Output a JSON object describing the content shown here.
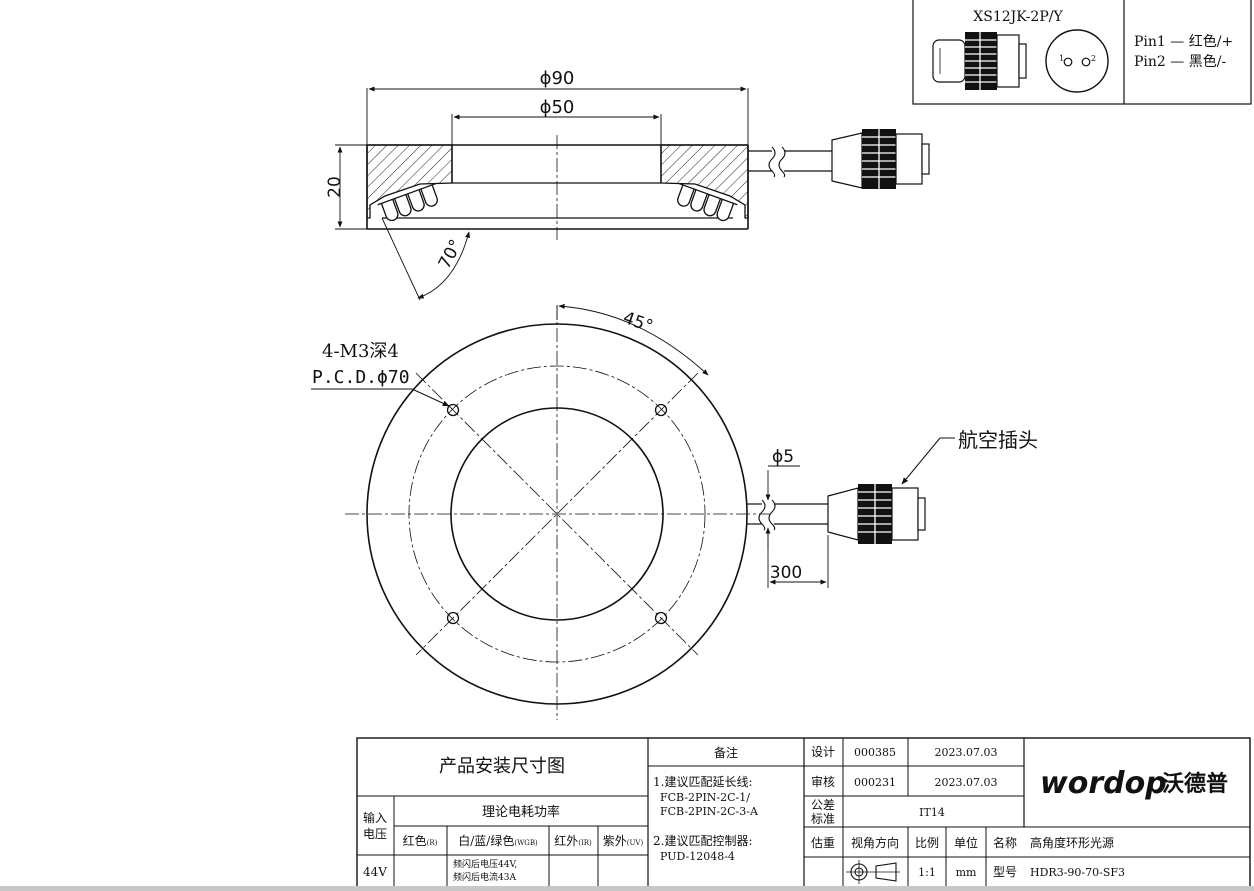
{
  "connector": {
    "model": "XS12JK-2P/Y",
    "pin1": "Pin1 — 红色/+",
    "pin2": "Pin2 — 黑色/-",
    "pin1_num": "1",
    "pin2_num": "2"
  },
  "side_view": {
    "outer_diameter": "ϕ90",
    "inner_diameter": "ϕ50",
    "height": "20",
    "angle": "70°"
  },
  "top_view": {
    "angle": "45°",
    "holes": "4-M3深4",
    "pcd": "P.C.D.ϕ70",
    "cable_diameter": "ϕ5",
    "cable_length": "300",
    "plug_label": "航空插头"
  },
  "title_block": {
    "drawing_title": "产品安装尺寸图",
    "remarks_header": "备注",
    "remark1_line1": "1.建议匹配延长线:",
    "remark1_line2": "FCB-2PIN-2C-1/",
    "remark1_line3": "FCB-2PIN-2C-3-A",
    "remark2_line1": "2.建议匹配控制器:",
    "remark2_line2": "PUD-12048-4",
    "design_label": "设计",
    "design_id": "000385",
    "design_date": "2023.07.03",
    "review_label": "审核",
    "review_id": "000231",
    "review_date": "2023.07.03",
    "tolerance_label_1": "公差",
    "tolerance_label_2": "标准",
    "tolerance_value": "IT14",
    "weight_label": "估重",
    "view_label": "视角方向",
    "scale_label": "比例",
    "unit_label": "单位",
    "name_label": "名称",
    "name_value": "高角度环形光源",
    "scale_value": "1:1",
    "unit_value": "mm",
    "model_label": "型号",
    "model_value": "HDR3-90-70-SF3",
    "input_voltage_1": "输入",
    "input_voltage_2": "电压",
    "power_header": "理论电耗功率",
    "col_red": "红色",
    "col_red_sub": "(R)",
    "col_wrgb": "白/蓝/绿色",
    "col_wrgb_sub": "(WGB)",
    "col_ir": "红外",
    "col_ir_sub": "(IR)",
    "col_uv": "紫外",
    "col_uv_sub": "(UV)",
    "voltage_value": "44V",
    "flash_note_1": "频闪后电压44V,",
    "flash_note_2": "频闪后电流43A",
    "logo_text": "wordop",
    "logo_cn": "沃德普"
  }
}
